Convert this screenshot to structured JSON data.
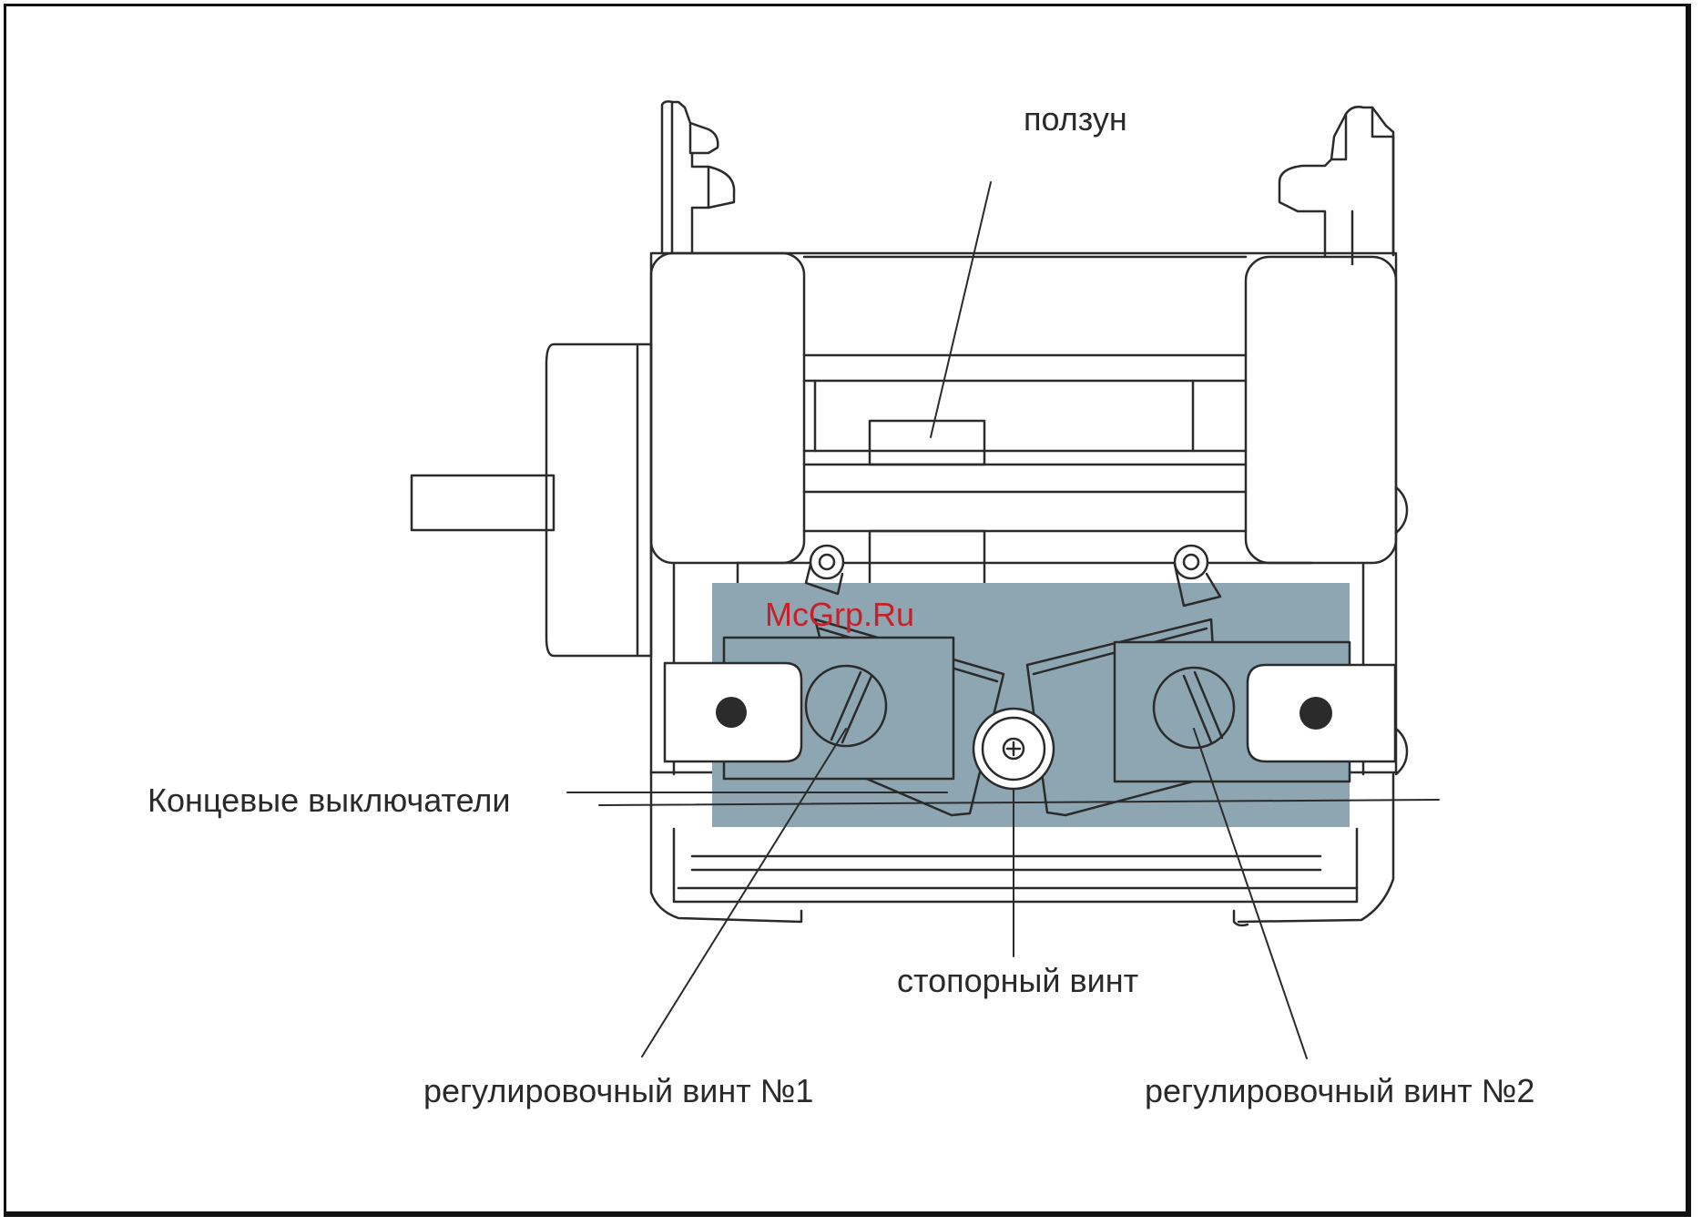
{
  "labels": {
    "slider": "ползун",
    "limit_switches": "Концевые выключатели",
    "stop_screw": "стопорный винт",
    "adjust_screw_1": "регулировочный винт №1",
    "adjust_screw_2": "регулировочный винт №2"
  },
  "watermark": "McGrp.Ru",
  "colors": {
    "highlight": "#8ea6b1",
    "line": "#2b2b2b",
    "watermark": "#c8202a",
    "frame": "#111111"
  }
}
